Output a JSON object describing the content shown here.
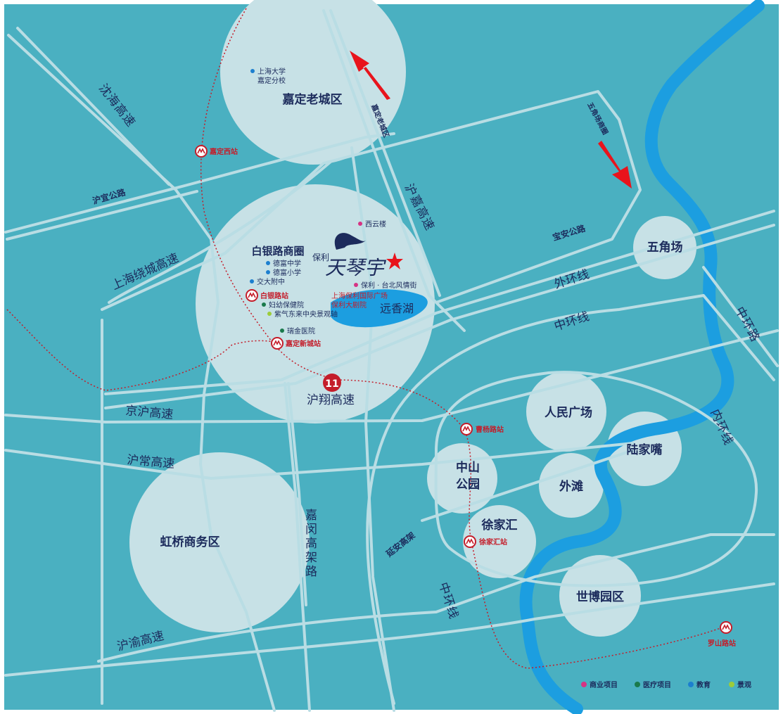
{
  "map": {
    "colors": {
      "background": "#4ab0c1",
      "road": "#b9dde4",
      "district": "#c7e1e6",
      "river": "#1c9ee0",
      "metro": "#c41d2a",
      "text": "#1c2b5c"
    },
    "areas": {
      "jiading_old": "嘉定老城区",
      "baiyin": "白银路商圈",
      "hongqiao": "虹桥商务区",
      "wujiaochang": "五角场",
      "peoples_square": "人民广场",
      "lujiazui": "陆家嘴",
      "zhongshan_park": [
        "中山",
        "公园"
      ],
      "bund": "外滩",
      "xujiahui": "徐家汇",
      "expo": "世博园区"
    },
    "roads": {
      "shentaihu": [
        "沈",
        "海",
        "高",
        "速"
      ],
      "huyi": "沪宜公路",
      "ring": "上海绕城高速",
      "hujia": [
        "沪",
        "嘉",
        "高",
        "速"
      ],
      "baoan": "宝安公路",
      "outer_ring": "外环线",
      "middle_ring_ne": "中环线",
      "middle_ring_e": [
        "中",
        "环",
        "路"
      ],
      "inner_ring": [
        "内",
        "环",
        "线"
      ],
      "huxiang": "沪翔高速",
      "jinghu": "京沪高速",
      "huchang": "沪常高速",
      "yanan": "延安高架",
      "jiamin": [
        "嘉",
        "闵",
        "高",
        "架",
        "路"
      ],
      "middle_ring_s": [
        "中",
        "环",
        "线"
      ],
      "huyu": "沪渝高速"
    },
    "arrows": {
      "jiading_old": "嘉定老城区",
      "wujiaochang": "五角场商圈"
    },
    "pois": {
      "shu_jiading": "上海大学",
      "shu_jiading_2": "嘉定分校",
      "xiyunlou": "西云楼",
      "defu_middle": "德富中学",
      "defu_primary": "德富小学",
      "jiaoda": "交大附中",
      "maternity": "妇幼保健院",
      "ziqi": "紫气东来中央景观轴",
      "ruijin": "瑞金医院",
      "baoli_taibei": "保利 · 台北风情街",
      "baoli_plaza": "上海保利国际广场",
      "baoli_theatre": "保利大剧院"
    },
    "lake": "远香湖",
    "project": {
      "brand_small": "保利",
      "brand_name": "天琴宇"
    },
    "metro": {
      "line_number": "11",
      "stations": {
        "jiading_west": "嘉定西站",
        "baiyin_road": "白银路站",
        "jiading_new": "嘉定新城站",
        "caoyang_road": "曹杨路站",
        "xujiahui": "徐家汇站",
        "luoshan_road": "罗山路站"
      }
    },
    "legend": [
      {
        "label": "商业项目",
        "color": "#d63384"
      },
      {
        "label": "医疗项目",
        "color": "#1a7a4c"
      },
      {
        "label": "教育",
        "color": "#1c7fcf"
      },
      {
        "label": "景观",
        "color": "#9ccc3a"
      }
    ]
  }
}
